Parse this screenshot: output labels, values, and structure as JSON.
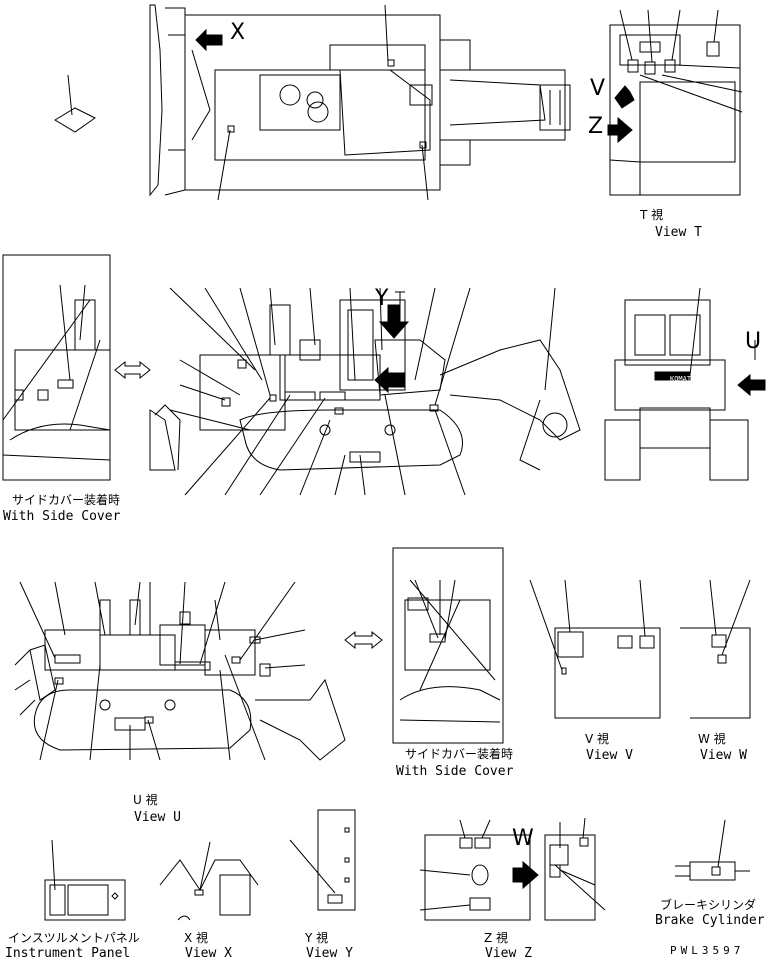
{
  "drawing_code": "PWL3597",
  "views": {
    "t": {
      "title": "T 視",
      "subtitle": "View T"
    },
    "side_cover_left": {
      "title": "サイドカバー装着時",
      "subtitle": "With Side Cover"
    },
    "side_cover_right": {
      "title": "サイドカバー装着時",
      "subtitle": "With Side Cover"
    },
    "u": {
      "title": "U 視",
      "subtitle": "View U"
    },
    "v": {
      "title": "V 視",
      "subtitle": "View V"
    },
    "w": {
      "title": "W 視",
      "subtitle": "View W"
    },
    "instrument_panel": {
      "title": "インスツルメントパネル",
      "subtitle": "Instrument Panel"
    },
    "x": {
      "title": "X 視",
      "subtitle": "View X"
    },
    "y": {
      "title": "Y 視",
      "subtitle": "View Y"
    },
    "z": {
      "title": "Z 視",
      "subtitle": "View Z"
    },
    "brake_cylinder": {
      "title": "ブレーキシリンダ",
      "subtitle": "Brake Cylinder"
    }
  },
  "arrow_letters": {
    "x": "X",
    "v": "V",
    "z": "Z",
    "y": "Y",
    "u": "U",
    "w": "W"
  },
  "brand_plate": "KOMATSU"
}
